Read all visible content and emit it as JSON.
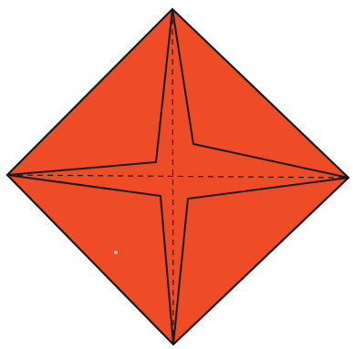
{
  "diagram": {
    "shape": "origami-square-base-diamond",
    "colors": {
      "paper_fill": "#ee4c26",
      "outline": "#1a1a1a",
      "fold_line": "#1a1a1a",
      "background": "#ffffff",
      "speck": "#f8c8b8"
    },
    "lines": {
      "outer_edge": "solid",
      "star_creases": "solid",
      "center_folds": "dashed"
    }
  }
}
